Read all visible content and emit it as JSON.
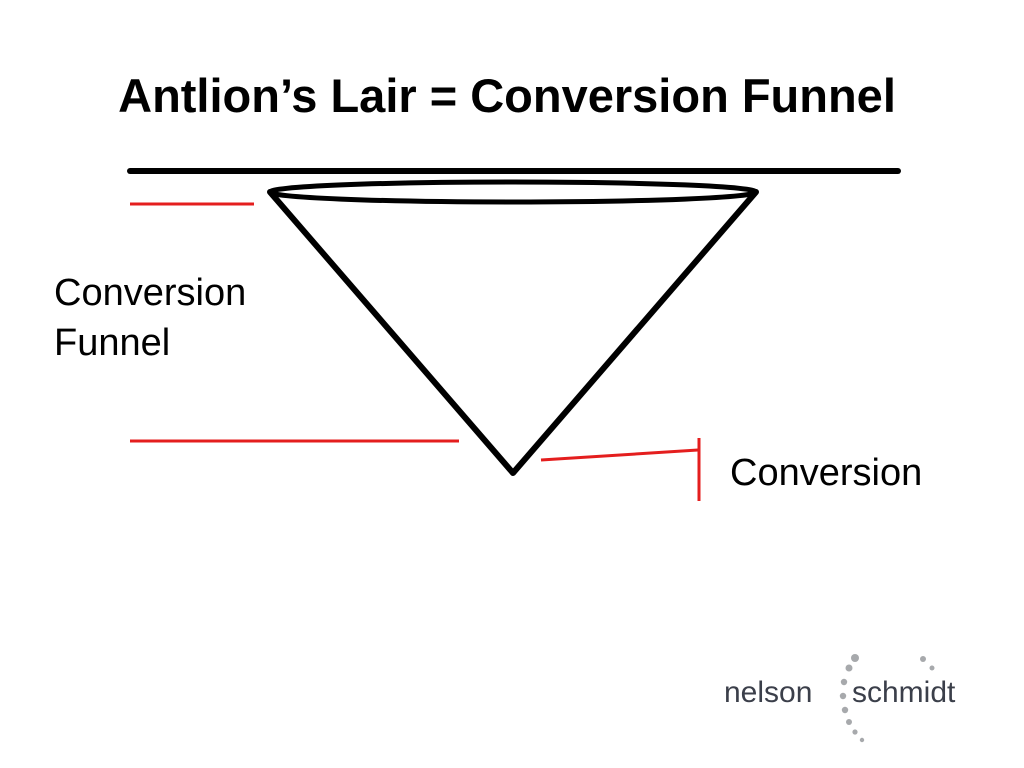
{
  "title": "Antlion’s Lair = Conversion Funnel",
  "labels": {
    "funnel": "Conversion Funnel",
    "conversion": "Conversion"
  },
  "logo": {
    "word_left": "nelson",
    "word_right": "schmidt"
  },
  "colors": {
    "line": "#000000",
    "marker": "#e41e1e",
    "logo_text": "#3b3f4a",
    "logo_dots": "#a7a9ac"
  }
}
